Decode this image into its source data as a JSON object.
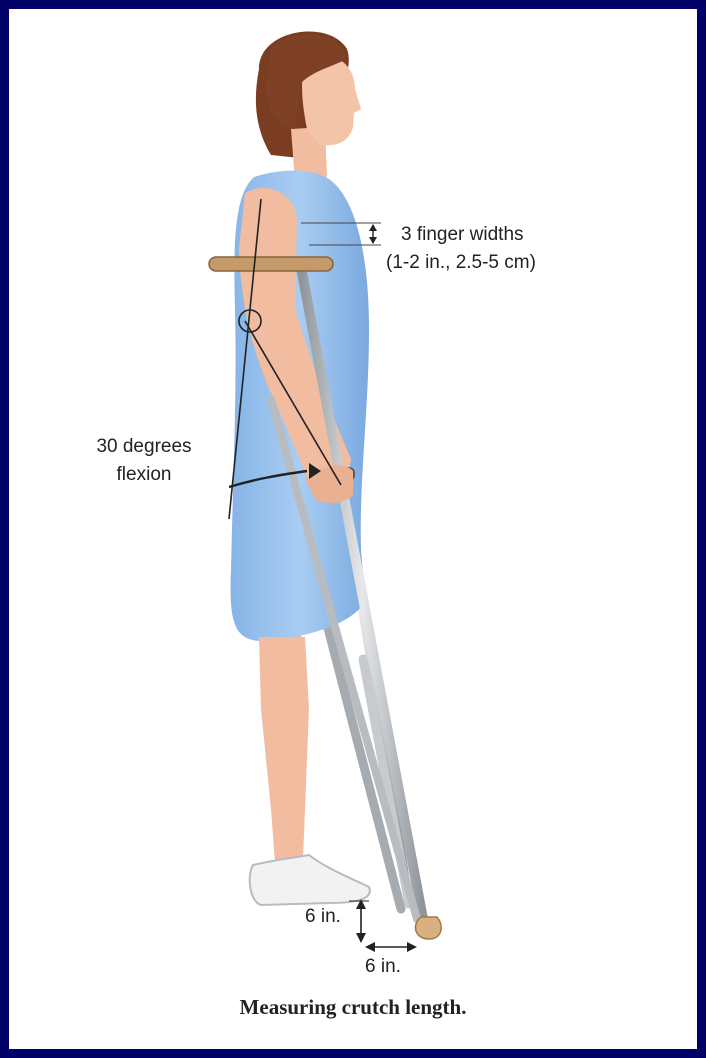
{
  "annotations": {
    "finger_widths_line1": "3 finger widths",
    "finger_widths_line2": "(1-2 in., 2.5-5 cm)",
    "flexion_line1": "30 degrees",
    "flexion_line2": "flexion",
    "vertical_offset": "6 in.",
    "horizontal_offset": "6 in."
  },
  "caption": "Measuring crutch length.",
  "colors": {
    "background_border": "#000066",
    "dress": "#9cc3ec",
    "skin": "#f1bca0",
    "hair": "#7a3d22",
    "crutch": "#b8bcc0"
  }
}
